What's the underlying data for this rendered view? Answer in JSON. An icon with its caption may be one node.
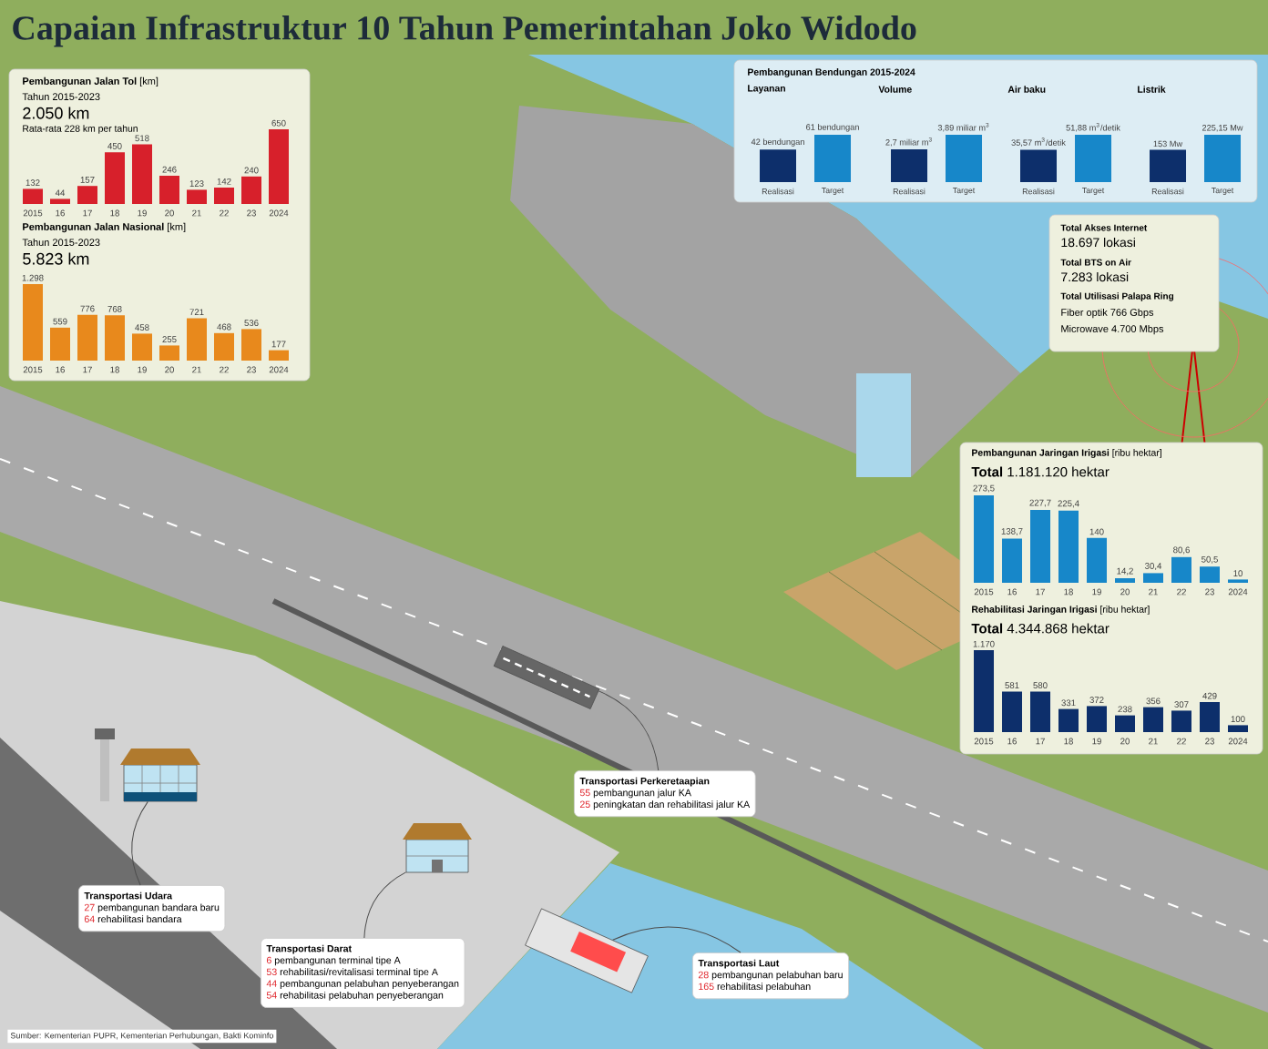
{
  "diagram": {
    "title": "Capaian Infrastruktur 10 Tahun Pemerintahan Joko Widodo",
    "caption": "Sumber: Kementerian PUPR, Kementerian Perhubungan, Bakti Kominfo",
    "nodes": [
      {
        "text": [
          "**Pembangunan Jalan Tol** [km]",
          "Tahun 2015-2023",
          "2.050 km",
          "Rata-rata 228 km per tahun",
          "**Pembangunan Jalan Nasional** [km]",
          "Tahun 2015-2023",
          "5.823 km"
        ]
      },
      {
        "text": [
          "Pembangunan Bendungan 2015-2024",
          "Layanan",
          "Volume",
          "Air baku",
          "Listrik"
        ]
      },
      {
        "text": [
          "Total Akses Internet",
          "18.697 lokasi",
          "Total BTS on Air",
          "7.283 lokasi",
          "Total Utilisasi Palapa Ring",
          "Fiber optik 766 Gbps",
          "Microwave 4.700 Mbps"
        ]
      },
      {
        "text": [
          "**Pembangunan Jaringan Irigasi** [ribu hektar]",
          "**Total** 1.181.120 hektar",
          "**Rehabilitasi Jaringan Irigasi** [ribu hektar]",
          "**Total** 4.344.868 hektar"
        ]
      },
      {
        "text": [
          "Transportasi Udara",
          "27",
          "pembangunan bandara baru",
          "64",
          "rehabilitasi bandara"
        ]
      },
      {
        "text": [
          "Transportasi Darat",
          "6",
          "pembangunan terminal tipe A",
          "53",
          "rehabilitasi/revitalisasi terminal tipe A",
          "44",
          "pembangunan pelabuhan penyeberangan",
          "54",
          "rehabilitasi pelabuhan penyeberangan"
        ]
      },
      {
        "text": [
          "Transportasi Perkeretaapian",
          "55",
          "pembangunan jalur KA",
          "25",
          "peningkatan dan rehabilitasi jalur KA"
        ]
      },
      {
        "text": [
          "Transportasi Laut",
          "28",
          "pembangunan pelabuhan baru",
          "165",
          "rehabilitasi pelabuhan"
        ]
      },
      {
        "text": [],
        "shape": "picture"
      },
      {
        "text": [],
        "shape": "picture"
      },
      {
        "text": [],
        "shape": "picture"
      },
      {
        "text": [],
        "shape": "picture"
      }
    ],
    "edges": [
      {
        "from": 4,
        "to": 8,
        "arrow": "none"
      },
      {
        "from": 5,
        "to": 9,
        "arrow": "none"
      },
      {
        "from": 6,
        "to": 10,
        "arrow": "none"
      },
      {
        "from": 7,
        "to": 11,
        "arrow": "none"
      }
    ],
    "labels": [
      "132",
      "44",
      "157",
      "450",
      "518",
      "246",
      "123",
      "142",
      "240",
      "650",
      "2015",
      "16",
      "17",
      "18",
      "19",
      "20",
      "21",
      "22",
      "23",
      "2024",
      "1.298",
      "559",
      "776",
      "768",
      "458",
      "255",
      "721",
      "468",
      "536",
      "177",
      "2015",
      "16",
      "17",
      "18",
      "19",
      "20",
      "21",
      "22",
      "23",
      "2024",
      "42 bendungan",
      "61 bendungan",
      "Realisasi",
      "Target",
      "2,7 miliar m$^{3}$",
      "3,89 miliar m$^{3}$",
      "Realisasi",
      "Target",
      "35,57 m$^{3}$/detik",
      "51,88 m$^{3}$/detik",
      "Realisasi",
      "Target",
      "153 Mw",
      "225,15 Mw",
      "Realisasi",
      "Target",
      "273,5",
      "138,7",
      "227,7",
      "225,4",
      "140",
      "14,2",
      "30,4",
      "80,6",
      "50,5",
      "10",
      "2015",
      "16",
      "17",
      "18",
      "19",
      "20",
      "21",
      "22",
      "23",
      "2024",
      "1.170",
      "581",
      "580",
      "331",
      "372",
      "238",
      "356",
      "307",
      "429",
      "100",
      "2015",
      "16",
      "17",
      "18",
      "19",
      "20",
      "21",
      "22",
      "23",
      "2024"
    ]
  }
}
